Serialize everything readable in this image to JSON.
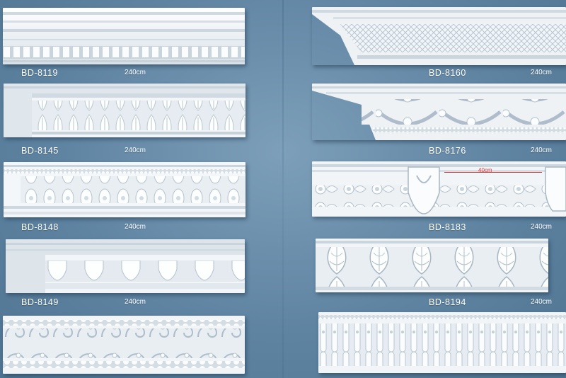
{
  "products": [
    {
      "code": "BD-8119",
      "length": "240cm"
    },
    {
      "code": "BD-8145",
      "length": "240cm"
    },
    {
      "code": "BD-8148",
      "length": "240cm"
    },
    {
      "code": "BD-8149",
      "length": "240cm"
    },
    {
      "code": "BD-8160",
      "length": "240cm"
    },
    {
      "code": "BD-8176",
      "length": "240cm"
    },
    {
      "code": "BD-8183",
      "length": "240cm"
    },
    {
      "code": "BD-8194",
      "length": "240cm"
    }
  ],
  "annotations": {
    "bd8183_spacing": "40cm"
  },
  "colors": {
    "background": "#6a8eab",
    "measure": "#d33b3b",
    "plaster": "#f2f5f7"
  }
}
